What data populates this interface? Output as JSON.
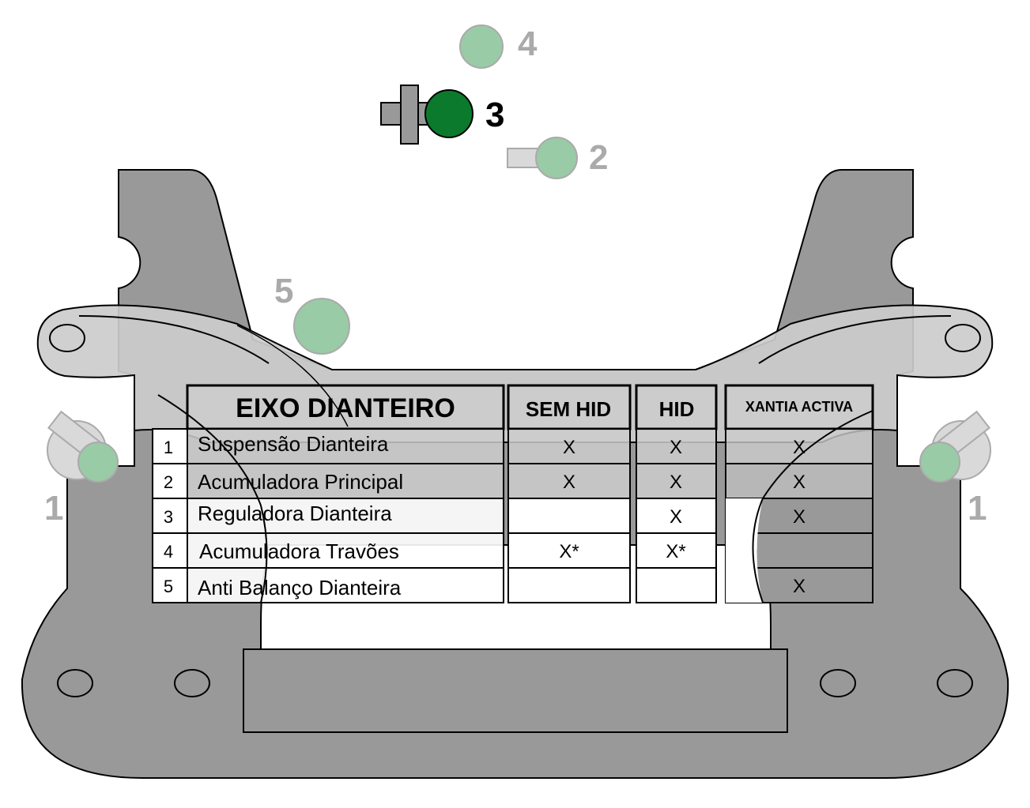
{
  "colors": {
    "frame_dark": "#999999",
    "frame_mid": "#b3b3b3",
    "frame_light": "#cccccc",
    "sphere_active": "#0b7a2c",
    "sphere_inactive": "#99cba6",
    "label_inactive": "#aaaaaa",
    "label_active": "#000000"
  },
  "callouts": {
    "c1_left": "1",
    "c1_right": "1",
    "c2": "2",
    "c3": "3",
    "c4": "4",
    "c5": "5"
  },
  "table": {
    "title": "EIXO DIANTEIRO",
    "col_sem_hid": "SEM HID",
    "col_hid": "HID",
    "col_xantia": "XANTIA ACTIVA",
    "rows": [
      {
        "num": "1",
        "label": "Suspensão Dianteira",
        "sem_hid": "X",
        "hid": "X",
        "xantia": "X"
      },
      {
        "num": "2",
        "label": "Acumuladora Principal",
        "sem_hid": "X",
        "hid": "X",
        "xantia": "X"
      },
      {
        "num": "3",
        "label": "Reguladora Dianteira",
        "sem_hid": "",
        "hid": "X",
        "xantia": "X"
      },
      {
        "num": "4",
        "label": "Acumuladora Travões",
        "sem_hid": "X*",
        "hid": "X*",
        "xantia": ""
      },
      {
        "num": "5",
        "label": "Anti Balanço Dianteira",
        "sem_hid": "",
        "hid": "",
        "xantia": "X"
      }
    ]
  }
}
